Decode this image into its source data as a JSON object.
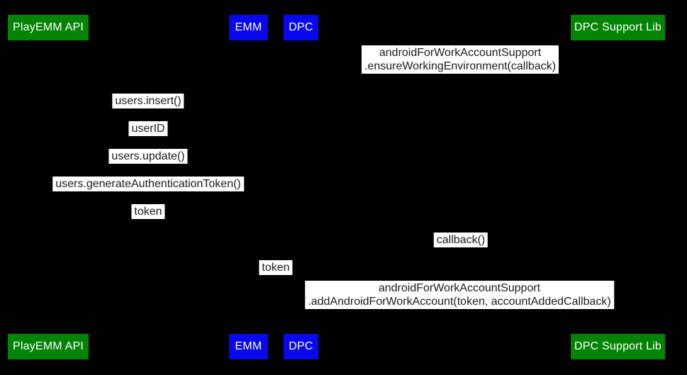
{
  "diagram": {
    "kind": "sequence-diagram",
    "background": "#000000"
  },
  "colors": {
    "background": "#000000",
    "actor_green": "#048404",
    "actor_blue": "#0808f0",
    "actor_text": "#ffffff",
    "label_bg": "#ffffff",
    "label_text": "#1c1c1c"
  },
  "participants": [
    {
      "label": "PlayEMM API",
      "color": "green"
    },
    {
      "label": "EMM",
      "color": "blue"
    },
    {
      "label": "DPC",
      "color": "blue"
    },
    {
      "label": "DPC Support Lib",
      "color": "green"
    }
  ],
  "messages": [
    {
      "lines": [
        "androidForWorkAccountSupport",
        ".ensureWorkingEnvironment(callback)"
      ]
    },
    {
      "lines": [
        "users.insert()"
      ]
    },
    {
      "lines": [
        "userID"
      ]
    },
    {
      "lines": [
        "users.update()"
      ]
    },
    {
      "lines": [
        "users.generateAuthenticationToken()"
      ]
    },
    {
      "lines": [
        "token"
      ]
    },
    {
      "lines": [
        "callback()"
      ]
    },
    {
      "lines": [
        "token"
      ]
    },
    {
      "lines": [
        "androidForWorkAccountSupport",
        ".addAndroidForWorkAccount(token, accountAddedCallback)"
      ]
    }
  ]
}
